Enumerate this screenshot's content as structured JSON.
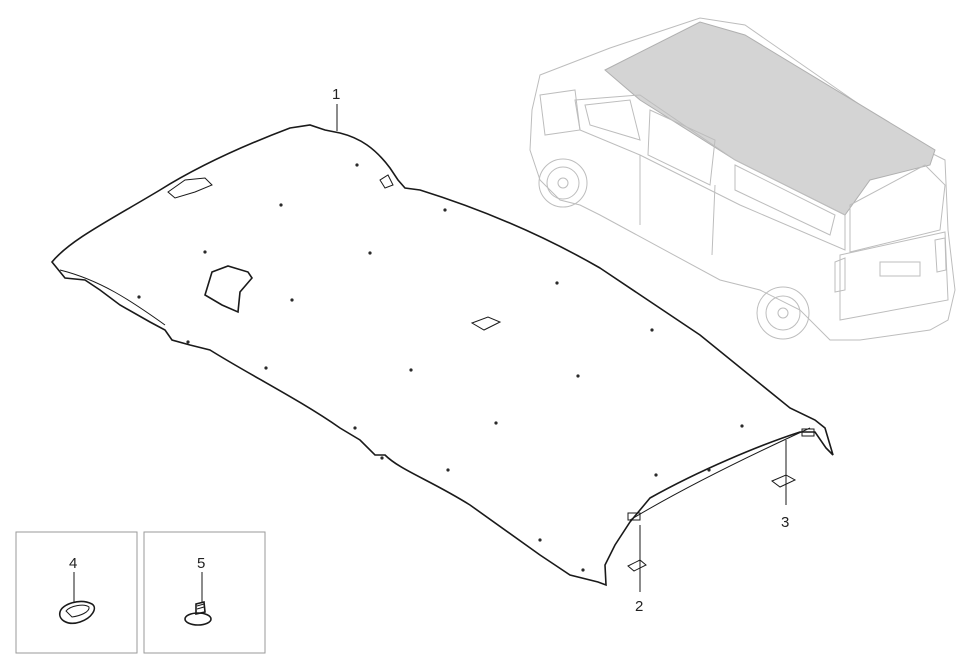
{
  "callouts": [
    {
      "label": "1"
    },
    {
      "label": "2"
    },
    {
      "label": "3"
    },
    {
      "label": "4"
    },
    {
      "label": "5"
    }
  ],
  "colors": {
    "line": "#1a1a1a",
    "van_outline": "#bdbdbd",
    "van_roof": "#d4d4d4",
    "inset_border": "#9a9a9a"
  }
}
